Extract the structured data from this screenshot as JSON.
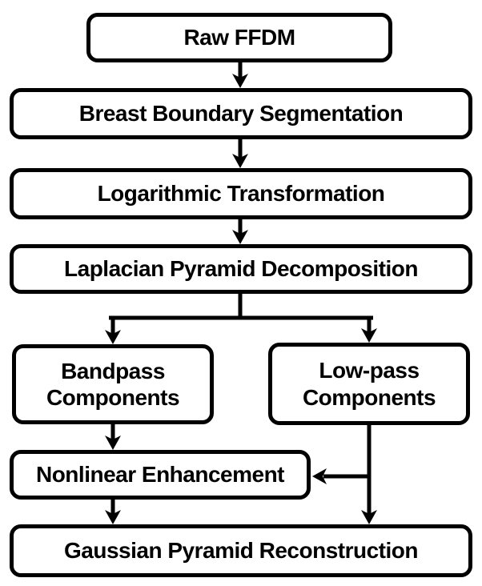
{
  "diagram": {
    "type": "flowchart",
    "background_color": "#ffffff",
    "line_color": "#000000",
    "node_fill_color": "#ffffff",
    "node_border_color": "#000000",
    "nodes": {
      "raw_ffdm": {
        "label": "Raw FFDM"
      },
      "breast_boundary": {
        "label": "Breast Boundary Segmentation"
      },
      "logarithmic": {
        "label": "Logarithmic Transformation"
      },
      "laplacian": {
        "label": "Laplacian Pyramid Decomposition"
      },
      "bandpass": {
        "label": "Bandpass Components"
      },
      "lowpass": {
        "label": "Low-pass Components"
      },
      "nonlinear": {
        "label": "Nonlinear Enhancement"
      },
      "gaussian": {
        "label": "Gaussian Pyramid Reconstruction"
      }
    },
    "edges": [
      {
        "from": "raw_ffdm",
        "to": "breast_boundary"
      },
      {
        "from": "breast_boundary",
        "to": "logarithmic"
      },
      {
        "from": "logarithmic",
        "to": "laplacian"
      },
      {
        "from": "laplacian",
        "to": "bandpass"
      },
      {
        "from": "laplacian",
        "to": "lowpass"
      },
      {
        "from": "bandpass",
        "to": "nonlinear"
      },
      {
        "from": "lowpass",
        "to": "nonlinear"
      },
      {
        "from": "lowpass",
        "to": "gaussian"
      },
      {
        "from": "nonlinear",
        "to": "gaussian"
      }
    ]
  }
}
